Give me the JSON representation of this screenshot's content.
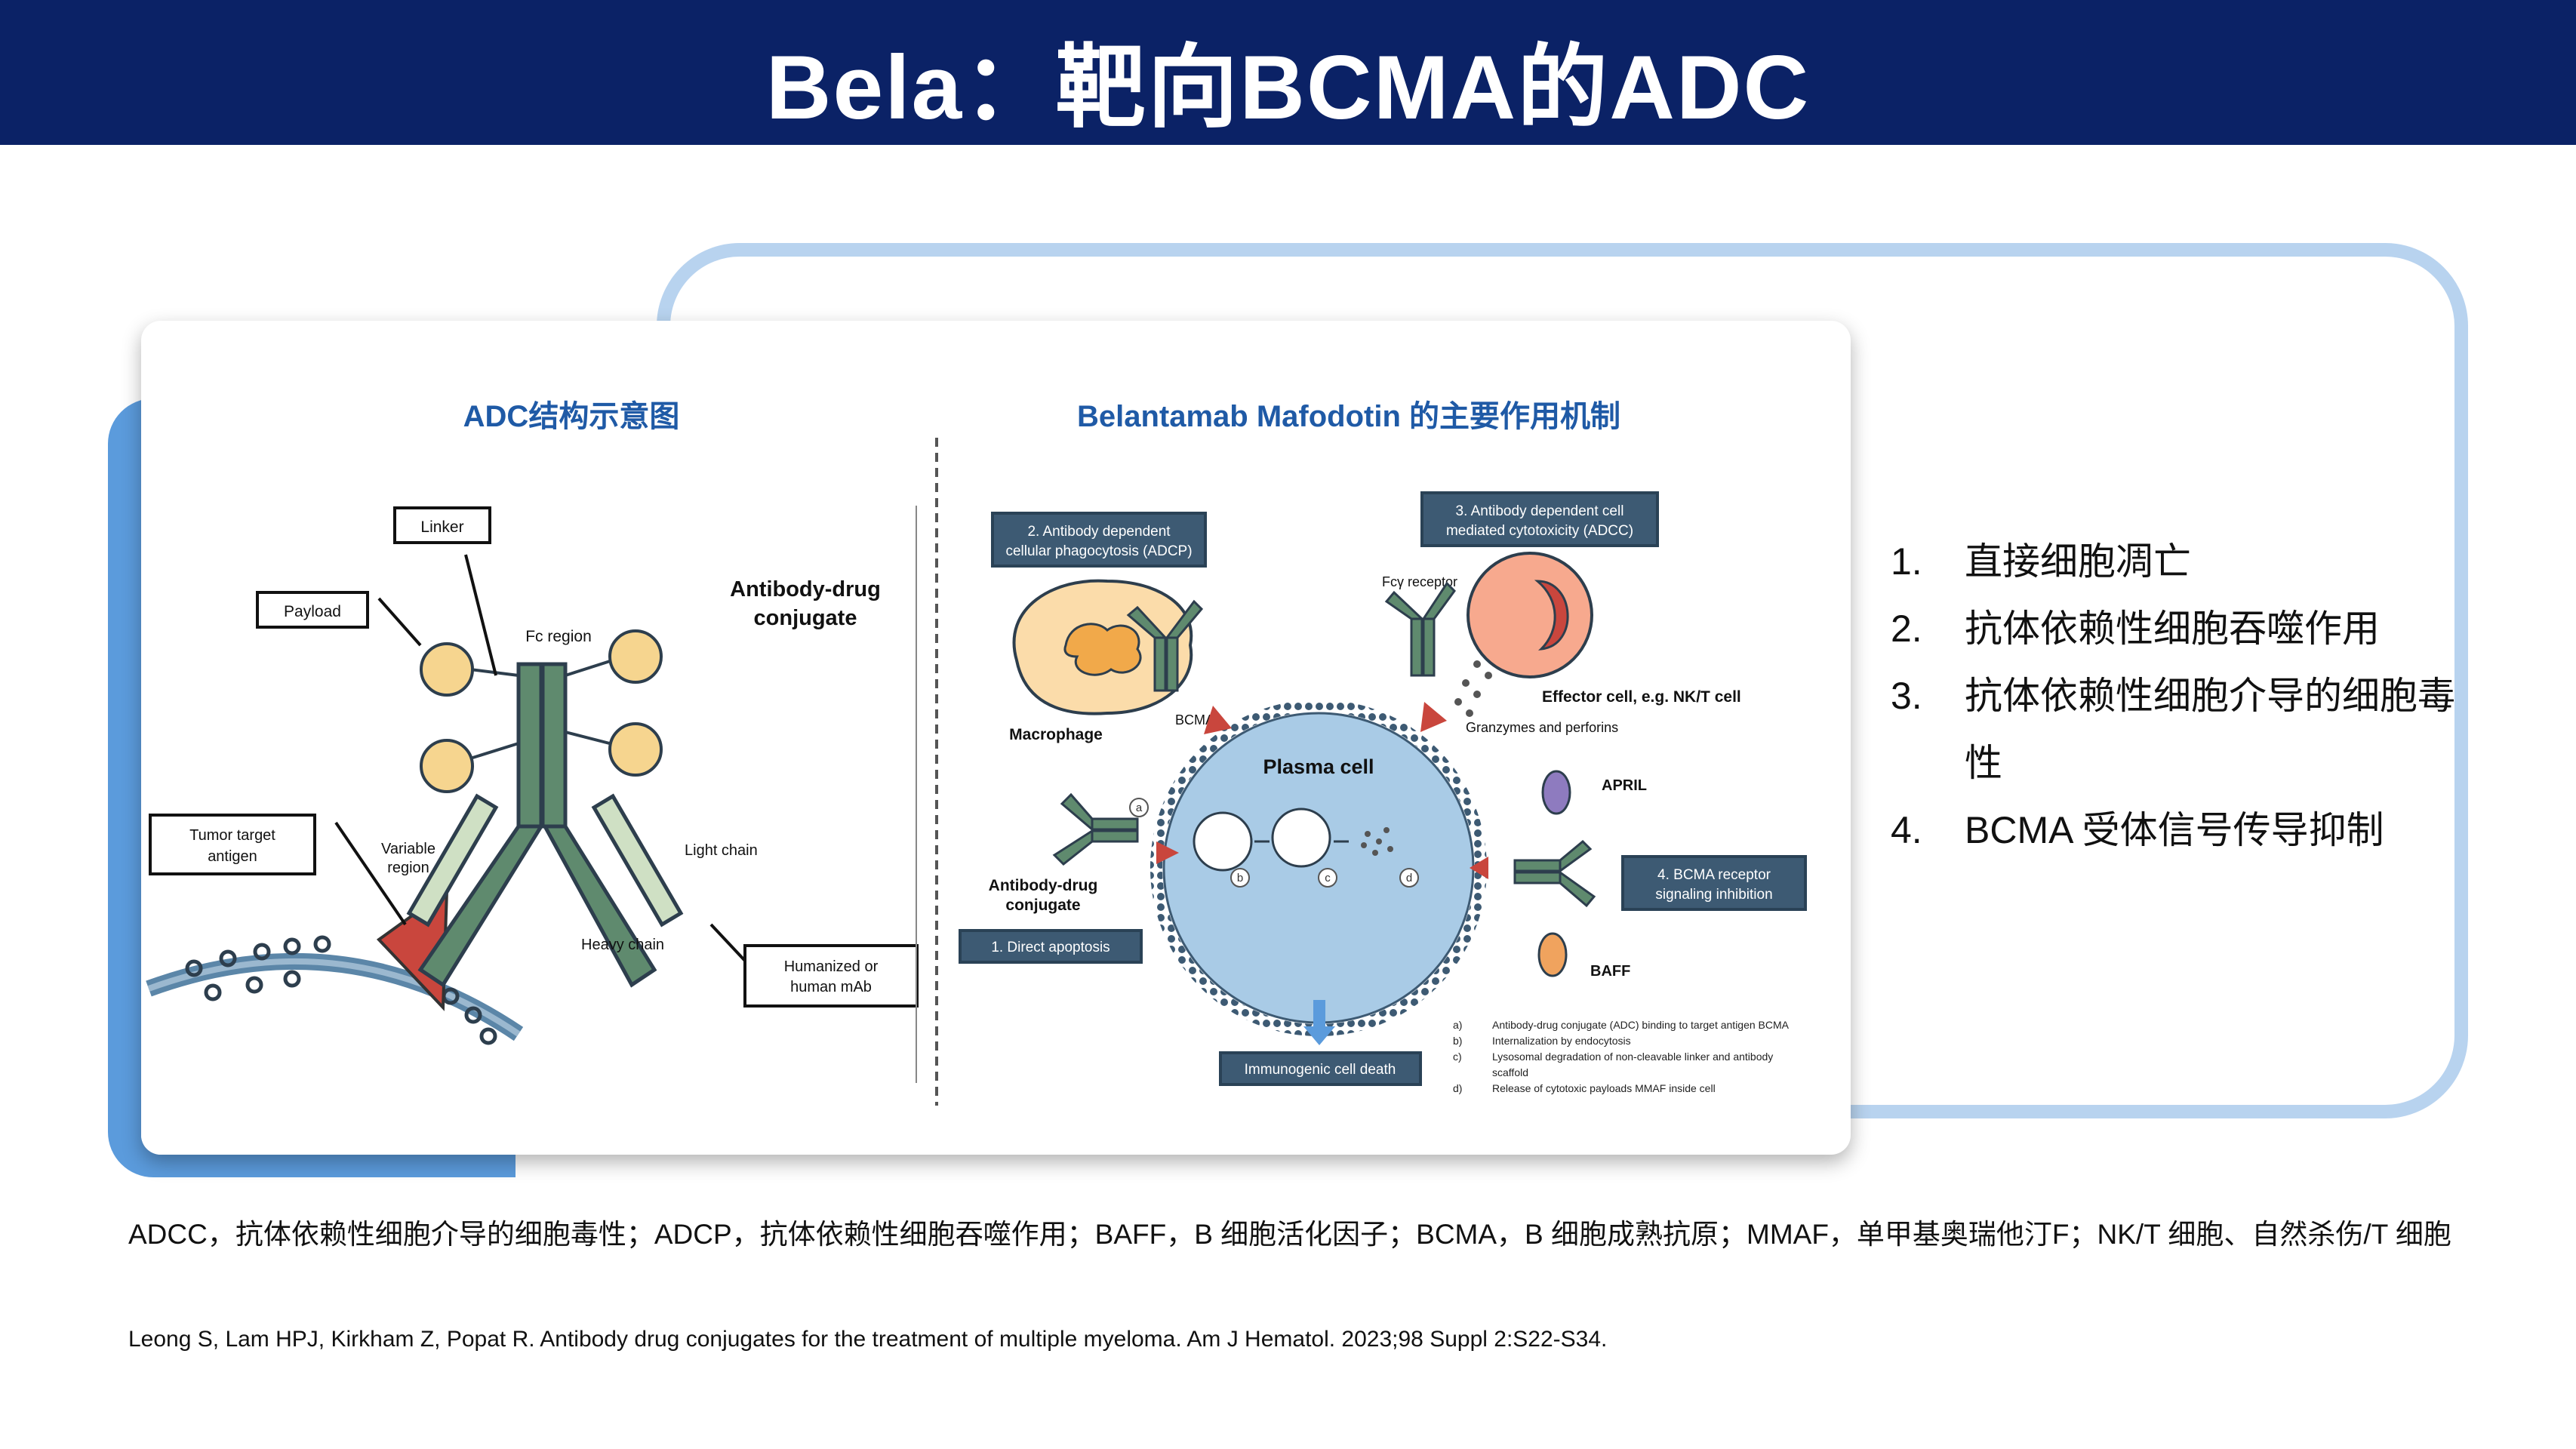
{
  "title": "Bela：靶向BCMA的ADC",
  "figure": {
    "left_title": "ADC结构示意图",
    "right_title": "Belantamab Mafodotin 的主要作用机制",
    "left_labels": {
      "linker": "Linker",
      "payload": "Payload",
      "fc_region": "Fc region",
      "adc_line1": "Antibody-drug",
      "adc_line2": "conjugate",
      "tumor_line1": "Tumor target",
      "tumor_line2": "antigen",
      "variable_line1": "Variable",
      "variable_line2": "region",
      "light_chain": "Light chain",
      "heavy_chain": "Heavy chain",
      "humanized_line1": "Humanized or",
      "humanized_line2": "human mAb"
    },
    "right_labels": {
      "adcp_line1": "2. Antibody dependent",
      "adcp_line2": "cellular phagocytosis (ADCP)",
      "adcc_line1": "3. Antibody dependent cell",
      "adcc_line2": "mediated cytotoxicity (ADCC)",
      "fcy_receptor": "Fcγ receptor",
      "macrophage": "Macrophage",
      "bcma": "BCMA",
      "plasma_cell": "Plasma cell",
      "effector_cell": "Effector cell, e.g. NK/T cell",
      "granzymes": "Granzymes and perforins",
      "april": "APRIL",
      "adc_line1": "Antibody-drug",
      "adc_line2": "conjugate",
      "direct_apoptosis": "1. Direct apoptosis",
      "bcma_receptor_line1": "4. BCMA receptor",
      "bcma_receptor_line2": "signaling inhibition",
      "baff": "BAFF",
      "immunogenic": "Immunogenic cell death",
      "step_a": "a",
      "step_b": "b",
      "step_c": "c",
      "step_d": "d"
    },
    "legend": [
      {
        "key": "a)",
        "text": "Antibody-drug conjugate (ADC) binding to target antigen BCMA"
      },
      {
        "key": "b)",
        "text": "Internalization by endocytosis"
      },
      {
        "key": "c)",
        "text": "Lysosomal degradation of non-cleavable linker and antibody"
      },
      {
        "key": "",
        "text": "scaffold"
      },
      {
        "key": "d)",
        "text": "Release of cytotoxic payloads MMAF inside cell"
      }
    ]
  },
  "list": [
    {
      "num": "1.",
      "text": "直接细胞凋亡"
    },
    {
      "num": "2.",
      "text": "抗体依赖性细胞吞噬作用"
    },
    {
      "num": "3.",
      "text": "抗体依赖性细胞介导的细胞毒性"
    },
    {
      "num": "4.",
      "text": "BCMA 受体信号传导抑制"
    }
  ],
  "abbreviations": "ADCC，抗体依赖性细胞介导的细胞毒性；ADCP，抗体依赖性细胞吞噬作用；BAFF，B 细胞活化因子；BCMA，B 细胞成熟抗原；MMAF，单甲基奥瑞他汀F；NK/T 细胞、自然杀伤/T 细胞",
  "citation": "Leong S, Lam HPJ, Kirkham Z, Popat R. Antibody drug conjugates for the treatment of multiple myeloma. Am J Hematol. 2023;98 Suppl 2:S22-S34.",
  "colors": {
    "header_bg": "#0b2266",
    "figure_title": "#1f5aa6",
    "label_box": "#3d5a73",
    "plasma_cell": "#a9cbe6",
    "payload": "#f6d58f",
    "arrow_red": "#c9463d"
  }
}
